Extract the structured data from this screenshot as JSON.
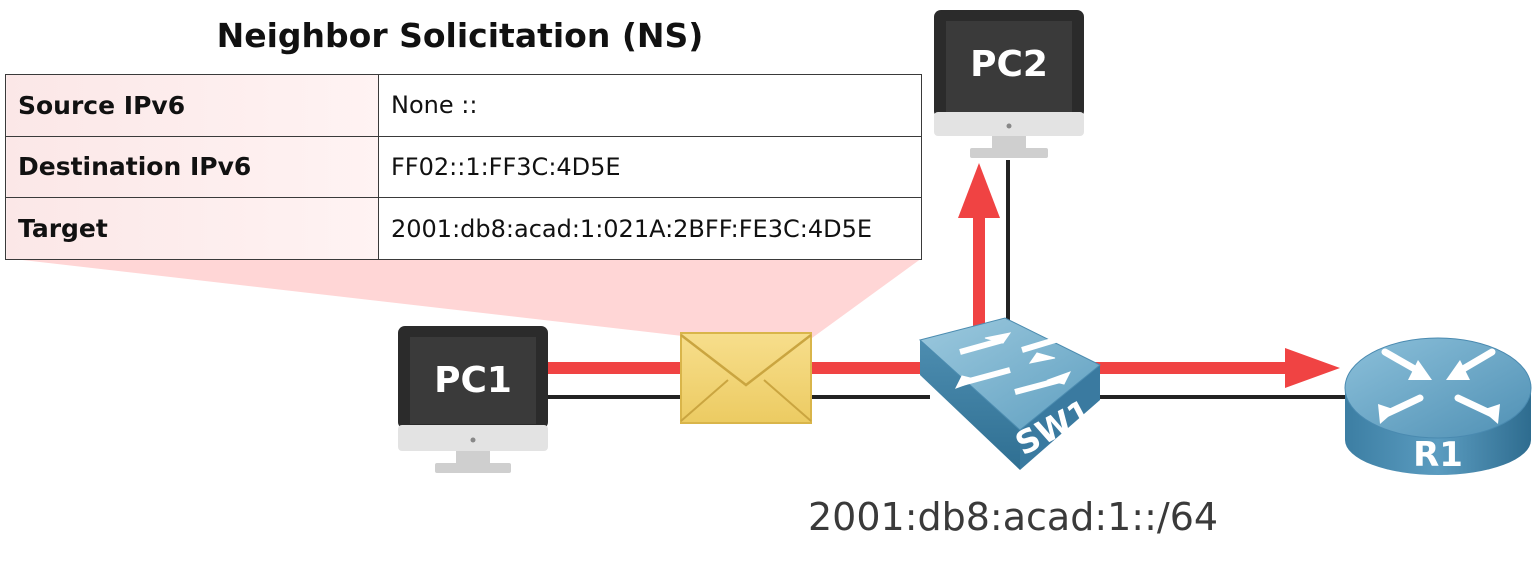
{
  "title": "Neighbor Solicitation (NS)",
  "table": {
    "rows": [
      {
        "field": "Source IPv6",
        "value": "None ::"
      },
      {
        "field": "Destination IPv6",
        "value": "FF02::1:FF3C:4D5E"
      },
      {
        "field": "Target",
        "value": "2001:db8:acad:1:021A:2BFF:FE3C:4D5E"
      }
    ]
  },
  "devices": {
    "pc1": "PC1",
    "pc2": "PC2",
    "sw1": "SW1",
    "r1": "R1"
  },
  "subnet": "2001:db8:acad:1::/64",
  "colors": {
    "arrow": "#f04343",
    "link": "#222222",
    "callout": "#ffd6d6",
    "envelope": "#f5d77c",
    "switch": "#6aa6c4",
    "monitor": "#2b2b2b"
  }
}
